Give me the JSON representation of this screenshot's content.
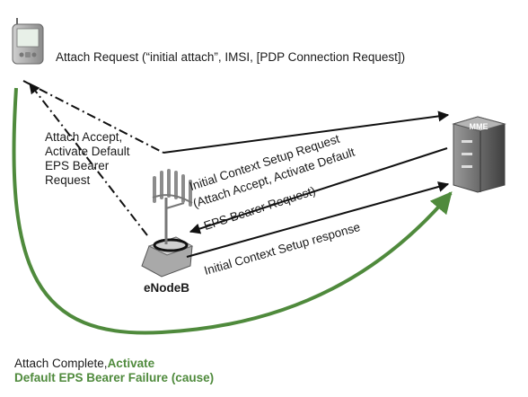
{
  "nodes": {
    "ue": {
      "icon": "mobile-phone-icon"
    },
    "enodeb": {
      "label": "eNodeB",
      "icon": "antenna-tower-icon"
    },
    "mme": {
      "label": "MME",
      "icon": "server-icon"
    }
  },
  "messages": {
    "attach_request": "Attach Request (“initial attach”, IMSI, [PDP Connection Request])",
    "attach_accept": {
      "line1": "Attach Accept,",
      "line2": "Activate Default",
      "line3": "EPS Bearer",
      "line4": "Request"
    },
    "initial_context_setup_request": {
      "line1": "Initial Context Setup Request",
      "line2": "(Attach Accept, Activate Default",
      "line3": "EPS Bearer Request)"
    },
    "initial_context_setup_response": "Initial Context Setup response",
    "attach_complete": {
      "part1": "Attach Complete,",
      "part2": "Activate",
      "line2": "Default EPS Bearer Failure (cause)"
    }
  },
  "colors": {
    "accent_green": "#4f8a3c",
    "arrow_curve": "#4f8a3c",
    "line": "#111111"
  }
}
